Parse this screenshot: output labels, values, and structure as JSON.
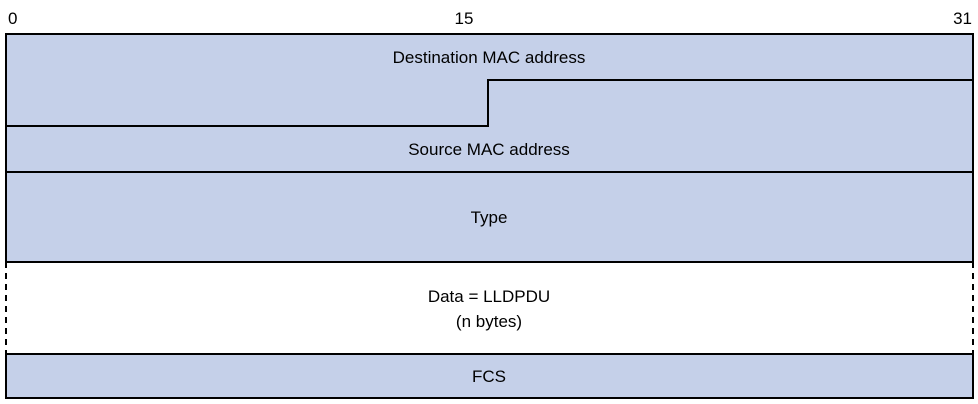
{
  "bit_scale": {
    "start": "0",
    "middle": "15",
    "end": "31"
  },
  "fields": {
    "destination_mac": "Destination MAC address",
    "source_mac": "Source MAC address",
    "type": "Type",
    "data_line1": "Data = LLDPDU",
    "data_line2": "(n bytes)",
    "fcs": "FCS"
  },
  "colors": {
    "field_fill": "#c5d0e9",
    "border": "#000000",
    "background": "#ffffff"
  }
}
